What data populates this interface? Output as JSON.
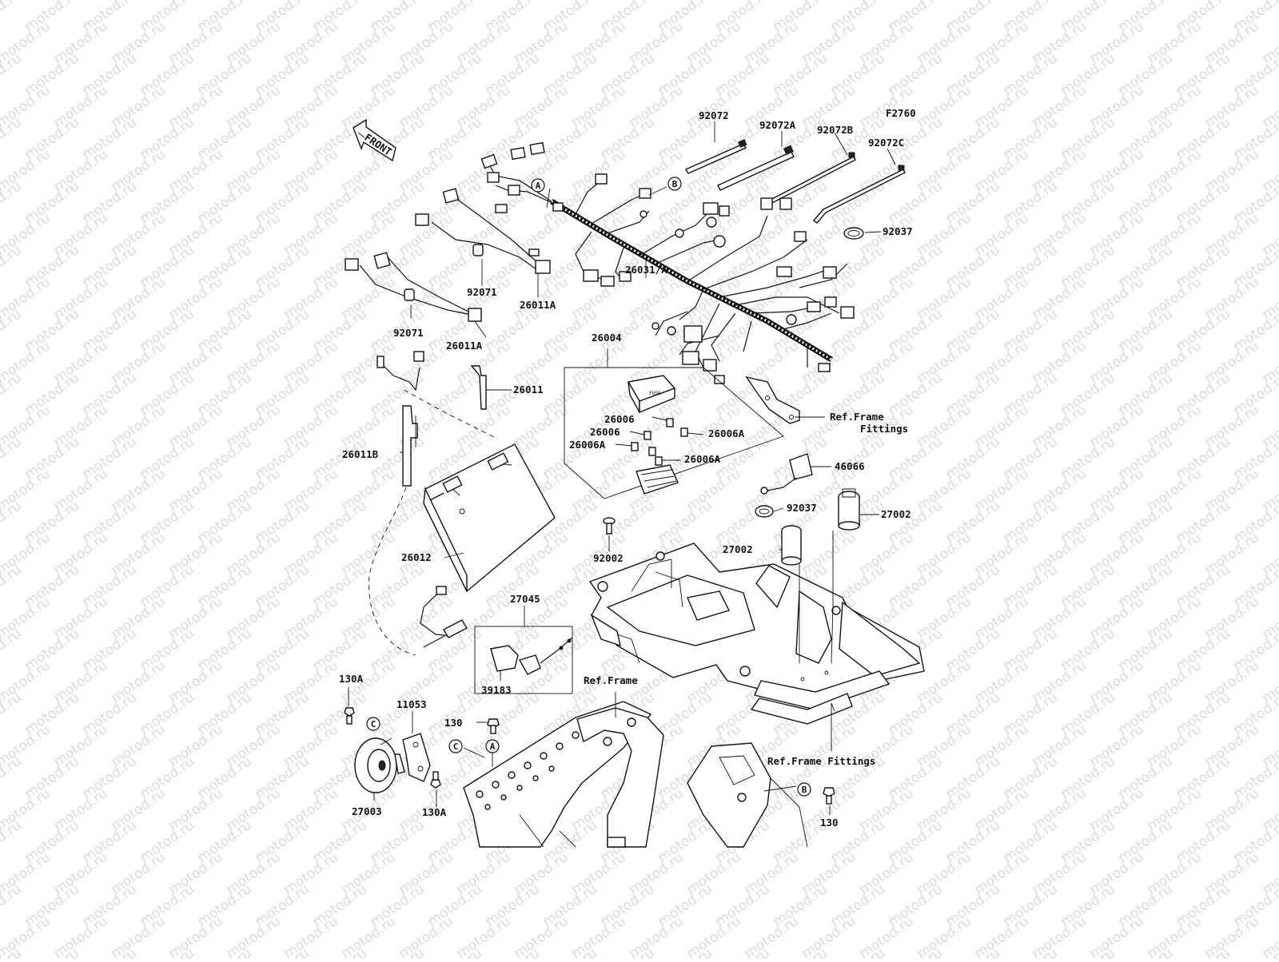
{
  "diagram": {
    "figure_code": "F2760",
    "direction_label": "FRONT",
    "watermark_text": "motod.ru",
    "callouts": [
      "A",
      "B",
      "C"
    ],
    "parts": [
      {
        "id": "p92072",
        "label": "92072"
      },
      {
        "id": "p92072a",
        "label": "92072A"
      },
      {
        "id": "p92072b",
        "label": "92072B"
      },
      {
        "id": "p92072c",
        "label": "92072C"
      },
      {
        "id": "p92037a",
        "label": "92037"
      },
      {
        "id": "p92071a",
        "label": "92071"
      },
      {
        "id": "p92071b",
        "label": "92071"
      },
      {
        "id": "p26011a1",
        "label": "26011A"
      },
      {
        "id": "p26011a2",
        "label": "26011A"
      },
      {
        "id": "p26031",
        "label": "26031/A"
      },
      {
        "id": "p26004",
        "label": "26004"
      },
      {
        "id": "p26011",
        "label": "26011"
      },
      {
        "id": "p26011b",
        "label": "26011B"
      },
      {
        "id": "p26006a",
        "label": "26006"
      },
      {
        "id": "p26006b",
        "label": "26006"
      },
      {
        "id": "p26006A1",
        "label": "26006A"
      },
      {
        "id": "p26006A2",
        "label": "26006A"
      },
      {
        "id": "p26006A3",
        "label": "26006A"
      },
      {
        "id": "p46066",
        "label": "46066"
      },
      {
        "id": "p92037b",
        "label": "92037"
      },
      {
        "id": "p27002a",
        "label": "27002"
      },
      {
        "id": "p27002b",
        "label": "27002"
      },
      {
        "id": "p92002",
        "label": "92002"
      },
      {
        "id": "p26012",
        "label": "26012"
      },
      {
        "id": "p27045",
        "label": "27045"
      },
      {
        "id": "p39183",
        "label": "39183"
      },
      {
        "id": "p130a1",
        "label": "130A"
      },
      {
        "id": "p11053",
        "label": "11053"
      },
      {
        "id": "p130a",
        "label": "130"
      },
      {
        "id": "p27003",
        "label": "27003"
      },
      {
        "id": "p130a2",
        "label": "130A"
      },
      {
        "id": "p130b",
        "label": "130"
      }
    ],
    "references": [
      {
        "id": "rf1",
        "lines": [
          "Ref.Frame",
          "Fittings"
        ]
      },
      {
        "id": "rf2",
        "lines": [
          "Ref.Frame"
        ]
      },
      {
        "id": "rf3",
        "lines": [
          "Ref.Frame Fittings"
        ]
      }
    ]
  }
}
